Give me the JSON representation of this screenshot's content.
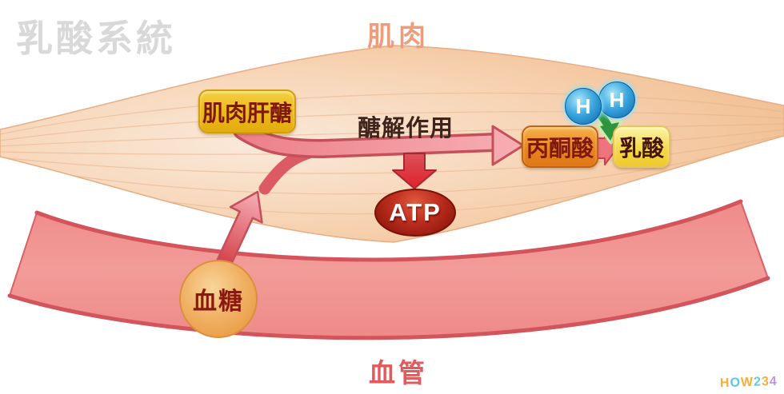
{
  "watermark": {
    "title": "乳酸系統"
  },
  "muscle": {
    "label": "肌肉"
  },
  "vessel": {
    "label": "血管"
  },
  "process": {
    "glycolysis_label": "醣解作用"
  },
  "nodes": {
    "glycogen": {
      "label": "肌肉肝醣"
    },
    "pyruvate": {
      "label": "丙酮酸"
    },
    "lactate": {
      "label": "乳酸"
    },
    "atp": {
      "label": "ATP"
    },
    "glucose": {
      "label": "血糖"
    },
    "hydrogen1": {
      "label": "H"
    },
    "hydrogen2": {
      "label": "H"
    }
  },
  "logo": {
    "text": "HOW234",
    "colors": [
      "#F5A623",
      "#45C1E8",
      "#F5A623",
      "#56C3EC",
      "#F5A623",
      "#B78BE0",
      "#F08C3A"
    ]
  },
  "colors": {
    "muscle_fill": "#F6CEA8",
    "muscle_stria": "#E8B28C",
    "vessel_fill": "#F0908E",
    "vessel_edge": "#D4545C",
    "arrow_outline": "#C4505A",
    "arrow_fill": "#F3A2A8",
    "glycogen_box": "#ECBA1A",
    "pyruvate_box": "#E8831E",
    "lactate_box": "#F4D747",
    "text_maroon": "#7E180C",
    "atp_red": "#A81C10",
    "hydrogen_blue": "#1478BC",
    "hydrogen_arrow_green": "#2F9440",
    "glucose_orange": "#F1B266",
    "muscle_label": "#EE9C7A",
    "vessel_label": "#E15A5C",
    "watermark_gray": "#D3D3D3"
  }
}
